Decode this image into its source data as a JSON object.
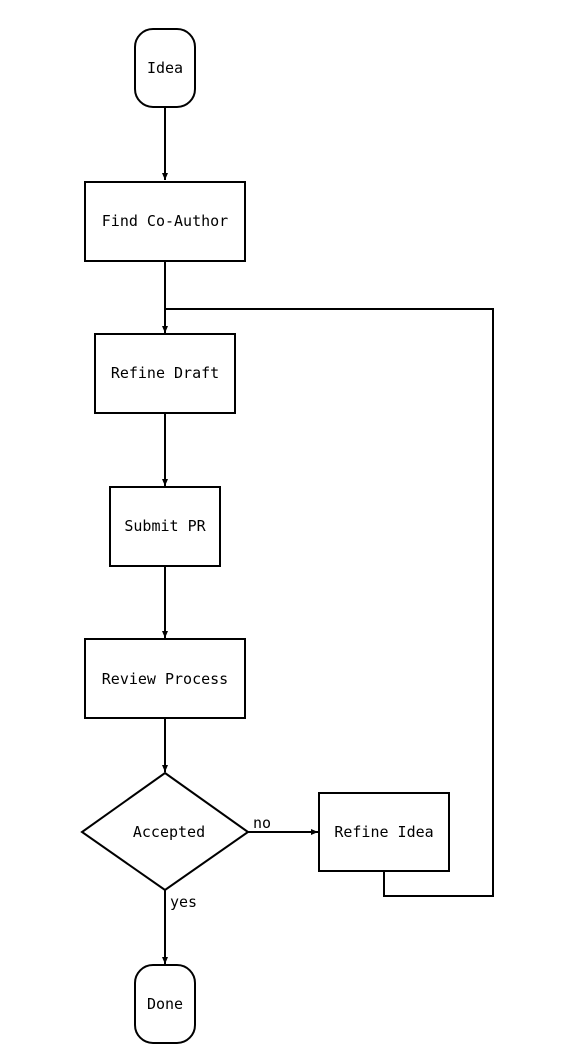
{
  "diagram": {
    "nodes": {
      "idea": "Idea",
      "find_coauthor": "Find Co-Author",
      "refine_draft": "Refine Draft",
      "submit_pr": "Submit PR",
      "review_process": "Review Process",
      "accepted": "Accepted",
      "refine_idea": "Refine Idea",
      "done": "Done"
    },
    "edge_labels": {
      "no": "no",
      "yes": "yes"
    }
  }
}
